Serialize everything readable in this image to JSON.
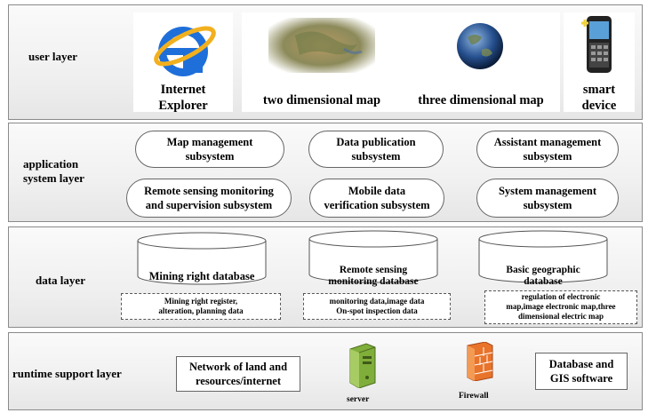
{
  "user_layer": {
    "label": "user layer",
    "items": [
      {
        "caption": "Internet\nExplorer",
        "icon": "internet-explorer-icon"
      },
      {
        "caption": "two dimensional map",
        "icon": "map-image"
      },
      {
        "caption": "three dimensional map",
        "icon": "globe-image"
      },
      {
        "caption": "smart\ndevice",
        "icon": "smartphone-icon"
      }
    ]
  },
  "application_layer": {
    "label": "application\nsystem layer",
    "subsystems": [
      "Map management\nsubsystem",
      "Data publication\nsubsystem",
      "Assistant management\nsubsystem",
      "Remote sensing monitoring\nand supervision subsystem",
      "Mobile data\nverification subsystem",
      "System management\nsubsystem"
    ]
  },
  "data_layer": {
    "label": "data layer",
    "databases": [
      {
        "name": "Mining right database",
        "content": "Mining right register,\nalteration, planning data"
      },
      {
        "name": "Remote sensing\nmonitoring database",
        "content": "monitoring data,image data\nOn-spot inspection data"
      },
      {
        "name": "Basic geographic\ndatabase",
        "content": "regulation of electronic\nmap,image electronic map,three\ndimensional electric map"
      }
    ]
  },
  "runtime_layer": {
    "label": "runtime support layer",
    "network": "Network of land and\nresources/internet",
    "server": "server",
    "firewall": "Firewall",
    "software": "Database and\nGIS software"
  },
  "colors": {
    "border": "#8a8a8a",
    "ie_blue": "#1e6fd9",
    "ie_ring": "#f2b01e",
    "server_green": "#7fae3a",
    "firewall_orange": "#e8732a"
  }
}
